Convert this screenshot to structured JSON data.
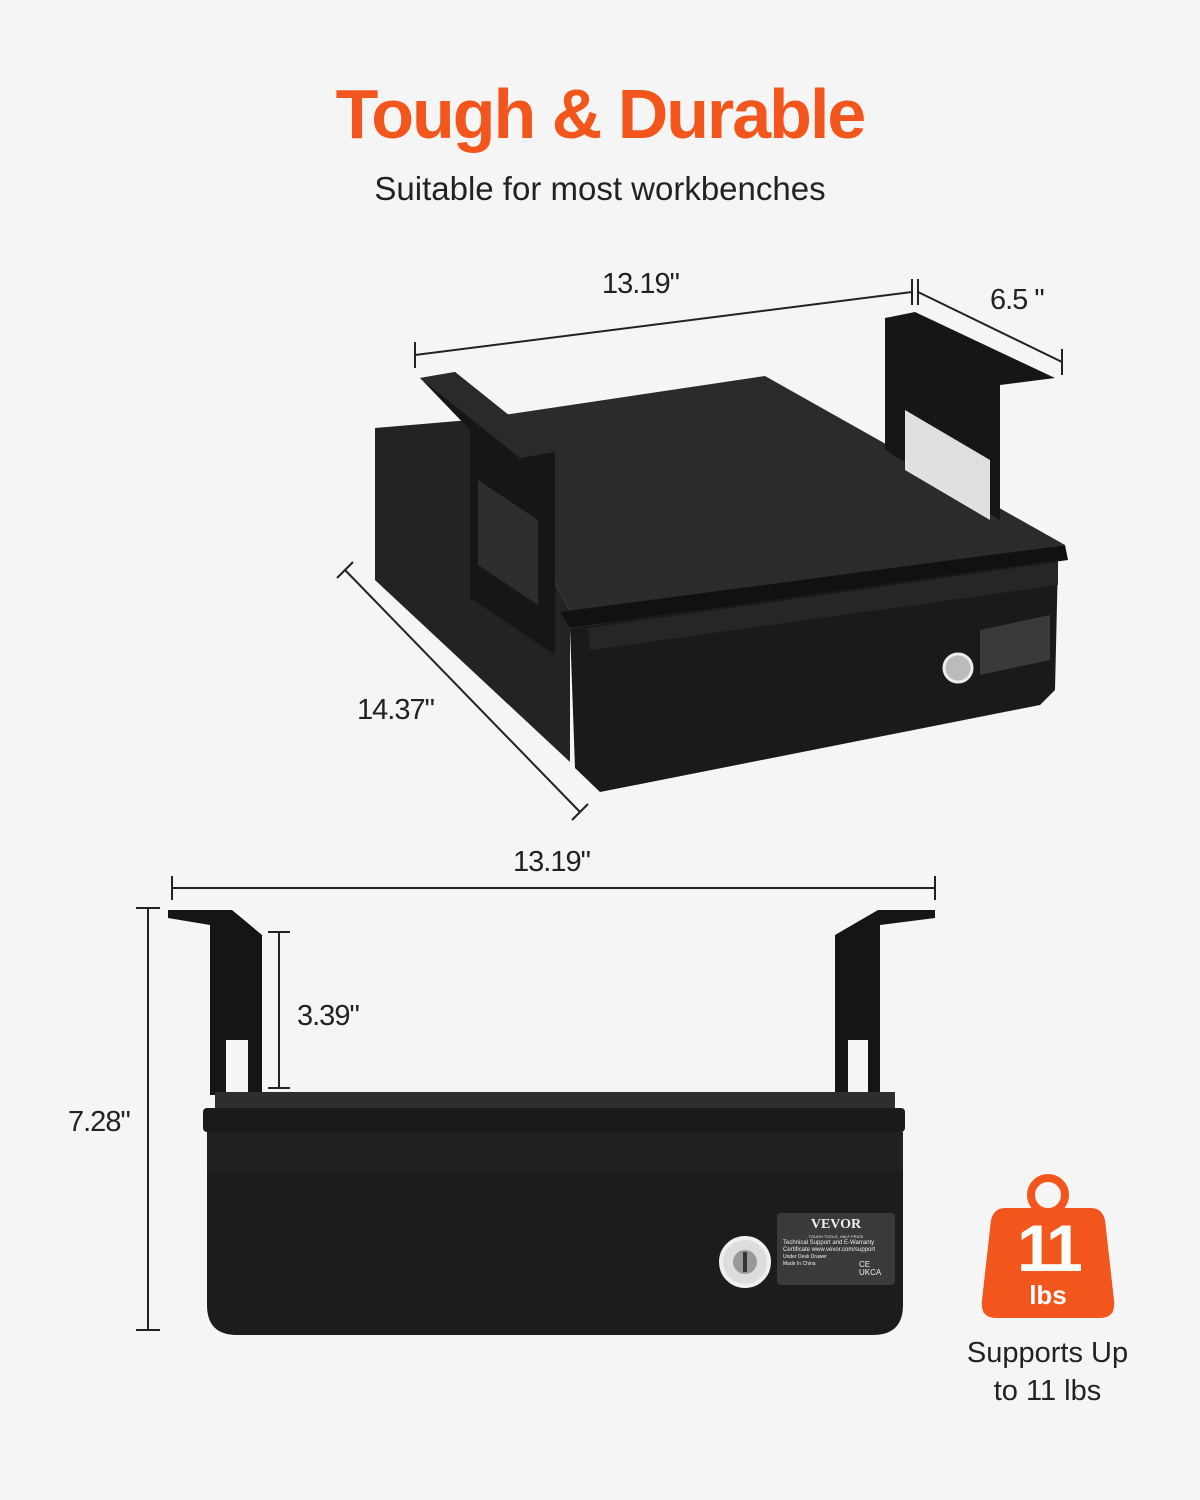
{
  "header": {
    "title": "Tough & Durable",
    "subtitle": "Suitable for most workbenches"
  },
  "colors": {
    "accent": "#f2561d",
    "background": "#f5f5f5",
    "product": "#1c1c1c"
  },
  "top_view": {
    "width_label": "13.19\"",
    "bracket_label": "6.5 \"",
    "depth_label": "14.37\""
  },
  "front_view": {
    "width_label": "13.19\"",
    "height_label": "7.28\"",
    "bracket_height_label": "3.39\""
  },
  "product_label": {
    "brand": "VEVOR",
    "tagline": "TOUGH TOOLS, HALF PRICE",
    "line1": "Technical Support and E-Warranty",
    "line2": "Certificate www.vevor.com/support",
    "line3": "Under Desk Drawer",
    "line4": "Made In China",
    "marks": "CE UKCA"
  },
  "weight_badge": {
    "icon": "weight-icon",
    "number": "11",
    "unit": "lbs",
    "caption_line1": "Supports Up",
    "caption_line2": "to 11 lbs"
  }
}
